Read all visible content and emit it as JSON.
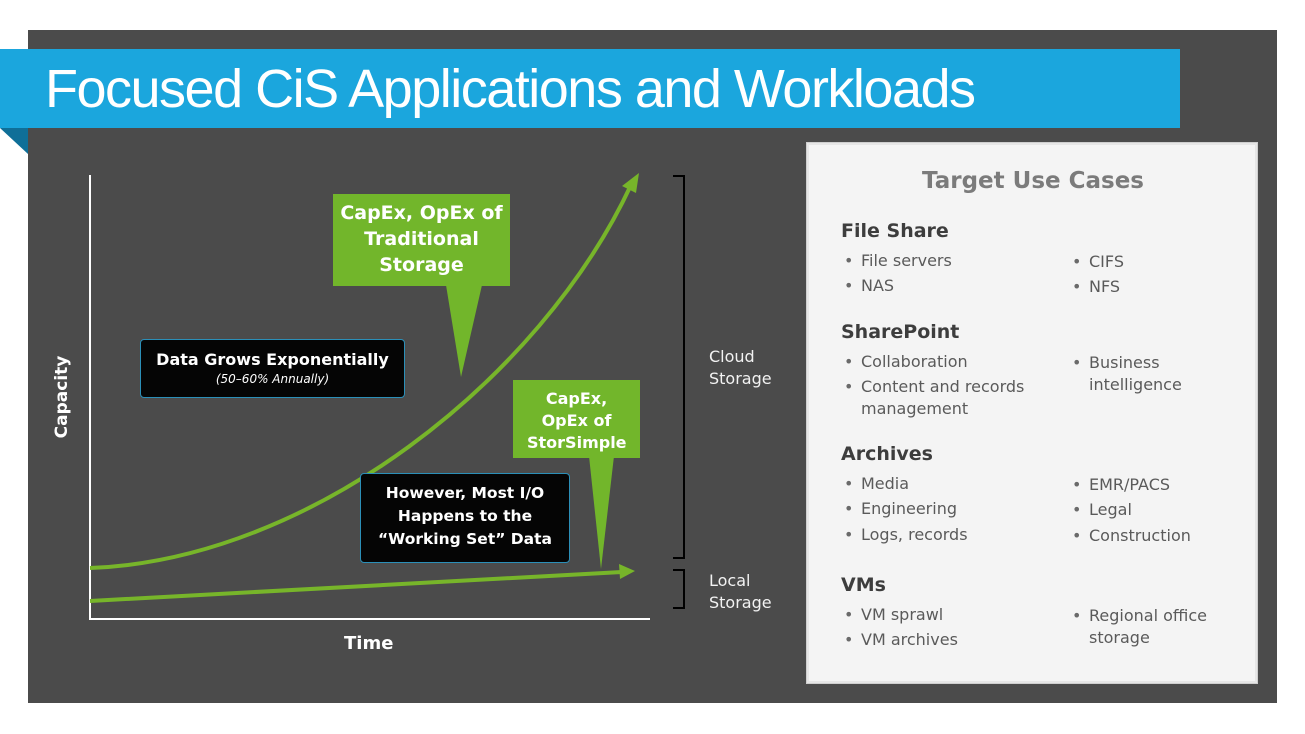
{
  "title": "Focused CiS Applications and Workloads",
  "chart": {
    "y_axis_label": "Capacity",
    "x_axis_label": "Time",
    "callout_traditional": "CapEx, OpEx of Traditional Storage",
    "callout_storsimple": "CapEx, OpEx of StorSimple",
    "box_data_grows_title": "Data Grows Exponentially",
    "box_data_grows_sub": "(50–60% Annually)",
    "box_io_text": "However, Most I/O Happens to the “Working Set” Data",
    "bracket_cloud": "Cloud Storage",
    "bracket_local": "Local Storage"
  },
  "colors": {
    "green": "#77b52a",
    "callout_green": "#72b62b",
    "slide_bg": "#4b4b4b",
    "title_blue": "#1ba6dd"
  },
  "panel": {
    "title": "Target Use Cases",
    "sections": [
      {
        "heading": "File Share",
        "left": [
          "File servers",
          "NAS"
        ],
        "right": [
          "CIFS",
          "NFS"
        ]
      },
      {
        "heading": "SharePoint",
        "left": [
          "Collaboration",
          "Content and records management"
        ],
        "right": [
          "Business intelligence"
        ]
      },
      {
        "heading": "Archives",
        "left": [
          "Media",
          "Engineering",
          "Logs, records"
        ],
        "right": [
          "EMR/PACS",
          "Legal",
          "Construction"
        ]
      },
      {
        "heading": "VMs",
        "left": [
          "VM sprawl",
          "VM archives"
        ],
        "right": [
          "Regional office storage"
        ]
      }
    ]
  }
}
